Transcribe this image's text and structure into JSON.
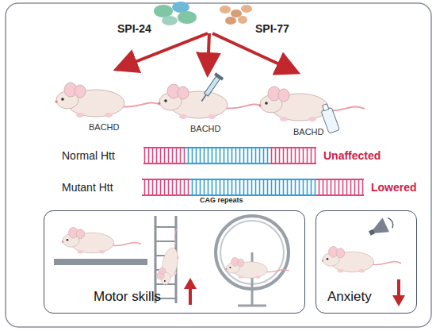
{
  "diagram": {
    "nodes": [
      {
        "text": [
          "Motor skills"
        ]
      },
      {
        "text": [
          "Anxiety"
        ]
      }
    ],
    "labels": [
      "SPI-24",
      "SPI-77",
      "BACHD",
      "BACHD",
      "BACHD",
      "Normal Htt",
      "Mutant Htt",
      "Unaffected",
      "Lowered",
      "CAG repeats"
    ]
  }
}
